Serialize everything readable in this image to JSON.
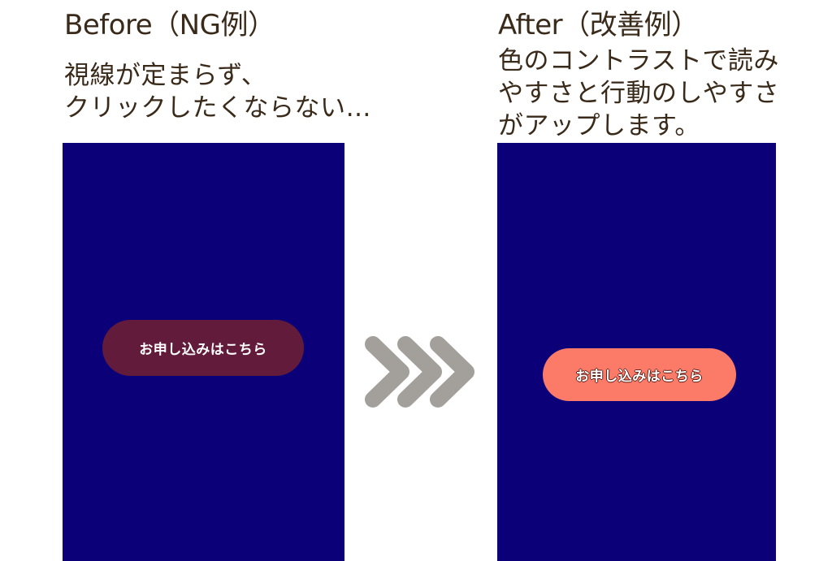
{
  "before": {
    "heading": "Before（NG例）",
    "description_lines": [
      "視線が定まらず、",
      "クリックしたくならない…"
    ],
    "button_label": "お申し込みはこちら",
    "panel_color": "#0c0079",
    "button_color": "#631b3b"
  },
  "after": {
    "heading": "After（改善例）",
    "description_lines": [
      "色のコントラストで読み",
      "やすさと行動のしやすさ",
      "がアップします。"
    ],
    "button_label": "お申し込みはこちら",
    "panel_color": "#0c0079",
    "button_color": "#fc7a68"
  },
  "transition_icon": "triple-chevron-right-icon",
  "arrow_color": "#a3a09b",
  "text_color": "#3a2a1a"
}
